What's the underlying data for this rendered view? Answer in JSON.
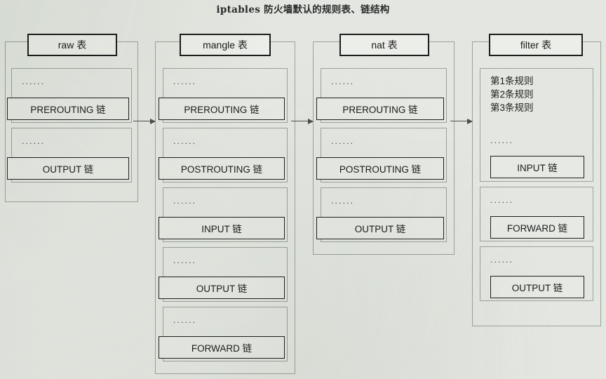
{
  "title": "iptables 防火墙默认的规则表、链结构",
  "dots_label": "......",
  "tables": [
    {
      "name": "raw 表",
      "chains": [
        {
          "label": "PREROUTING 链",
          "dots": "......",
          "rules": ""
        },
        {
          "label": "OUTPUT 链",
          "dots": "......",
          "rules": ""
        }
      ]
    },
    {
      "name": "mangle 表",
      "chains": [
        {
          "label": "PREROUTING 链",
          "dots": "......",
          "rules": ""
        },
        {
          "label": "POSTROUTING 链",
          "dots": "......",
          "rules": ""
        },
        {
          "label": "INPUT 链",
          "dots": "......",
          "rules": ""
        },
        {
          "label": "OUTPUT 链",
          "dots": "......",
          "rules": ""
        },
        {
          "label": "FORWARD 链",
          "dots": "......",
          "rules": ""
        }
      ]
    },
    {
      "name": "nat 表",
      "chains": [
        {
          "label": "PREROUTING 链",
          "dots": "......",
          "rules": ""
        },
        {
          "label": "POSTROUTING 链",
          "dots": "......",
          "rules": ""
        },
        {
          "label": "OUTPUT 链",
          "dots": "......",
          "rules": ""
        }
      ]
    },
    {
      "name": "filter 表",
      "chains": [
        {
          "label": "INPUT 链",
          "dots": "......",
          "rules": "第1条规则\n第2条规则\n第3条规则"
        },
        {
          "label": "FORWARD 链",
          "dots": "......",
          "rules": ""
        },
        {
          "label": "OUTPUT 链",
          "dots": "......",
          "rules": ""
        }
      ]
    }
  ],
  "connectors": [
    {
      "from": "raw 表",
      "to": "mangle 表"
    },
    {
      "from": "mangle 表",
      "to": "nat 表"
    },
    {
      "from": "nat 表",
      "to": "filter 表"
    }
  ],
  "colors": {
    "page_background": "#e4e7e1",
    "frame_line": "#9aa39a",
    "plate_line": "#1f1f1f",
    "text": "#1b1b1b"
  }
}
